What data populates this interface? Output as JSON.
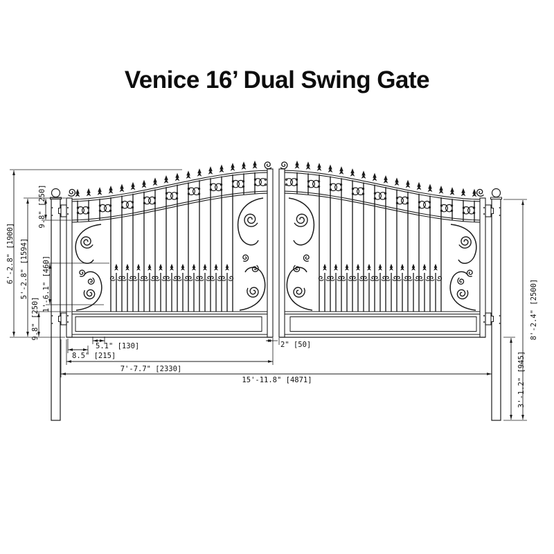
{
  "title": "Venice 16’ Dual Swing Gate",
  "drawing": {
    "line_color": "#1b1b1b",
    "background": "#ffffff"
  },
  "dimensions": {
    "overall_height": "6'-2.8\" [1900]",
    "leaf_height_hinge_side": "5'-2.8\" [1594]",
    "top_band_height": "9.8\" [250]",
    "mid_picket_height": "1'-6.1\" [460]",
    "bottom_panel_height": "9.8\" [250]",
    "post_height": "8'-2.4\" [2500]",
    "post_embed_depth": "3'-1.2\" [945]",
    "picket_spacing": "5.1\" [130]",
    "edge_offset": "8.5\" [215]",
    "leaf_width": "7'-7.7\" [2330]",
    "center_gap": "2\" [50]",
    "overall_width": "15'-11.8\" [4871]"
  }
}
